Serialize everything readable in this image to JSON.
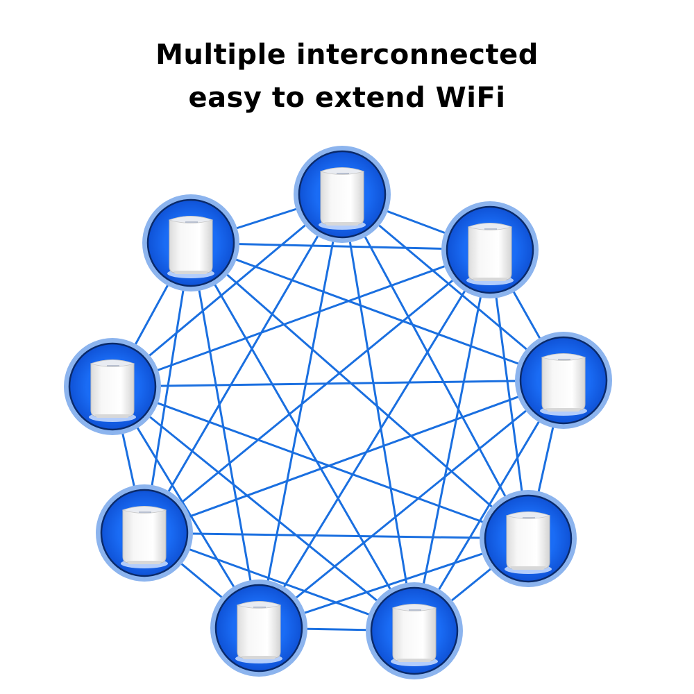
{
  "title": {
    "line1": "Multiple interconnected",
    "line2": "easy to extend WiFi"
  },
  "diagram": {
    "node_count": 9,
    "node_icon": "mesh-router-icon",
    "colors": {
      "link": "#1a6fe0",
      "node_fill": "#1565f0",
      "node_halo": "#8cb4ee",
      "node_ring": "#0a2a6a",
      "router_body": "#f2f2f2"
    }
  }
}
